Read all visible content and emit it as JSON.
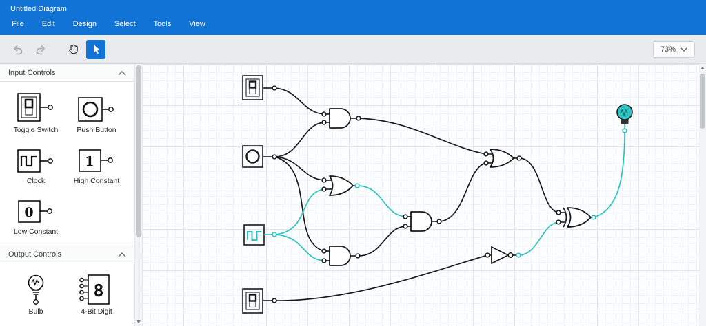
{
  "header": {
    "title": "Untitled Diagram",
    "menus": [
      "File",
      "Edit",
      "Design",
      "Select",
      "Tools",
      "View"
    ]
  },
  "toolbar": {
    "zoom_value": "73%"
  },
  "sidebar": {
    "sections": [
      {
        "label": "Input Controls",
        "items": [
          {
            "label": "Toggle Switch"
          },
          {
            "label": "Push Button"
          },
          {
            "label": "Clock"
          },
          {
            "label": "High Constant",
            "value": "1"
          },
          {
            "label": "Low Constant",
            "value": "0"
          }
        ]
      },
      {
        "label": "Output Controls",
        "items": [
          {
            "label": "Bulb"
          },
          {
            "label": "4-Bit Digit",
            "value": "8"
          }
        ]
      }
    ]
  },
  "canvas": {
    "components": [
      "toggle-switch",
      "push-button",
      "clock",
      "toggle-switch",
      "and-gate",
      "or-gate",
      "and-gate",
      "and-gate",
      "or-gate",
      "not-gate",
      "xor-gate",
      "bulb"
    ],
    "lit_output": "bulb"
  },
  "colors": {
    "header_blue": "#1273d6",
    "active_teal": "#2fc2c2",
    "wire_color": "#1a1a1a"
  }
}
